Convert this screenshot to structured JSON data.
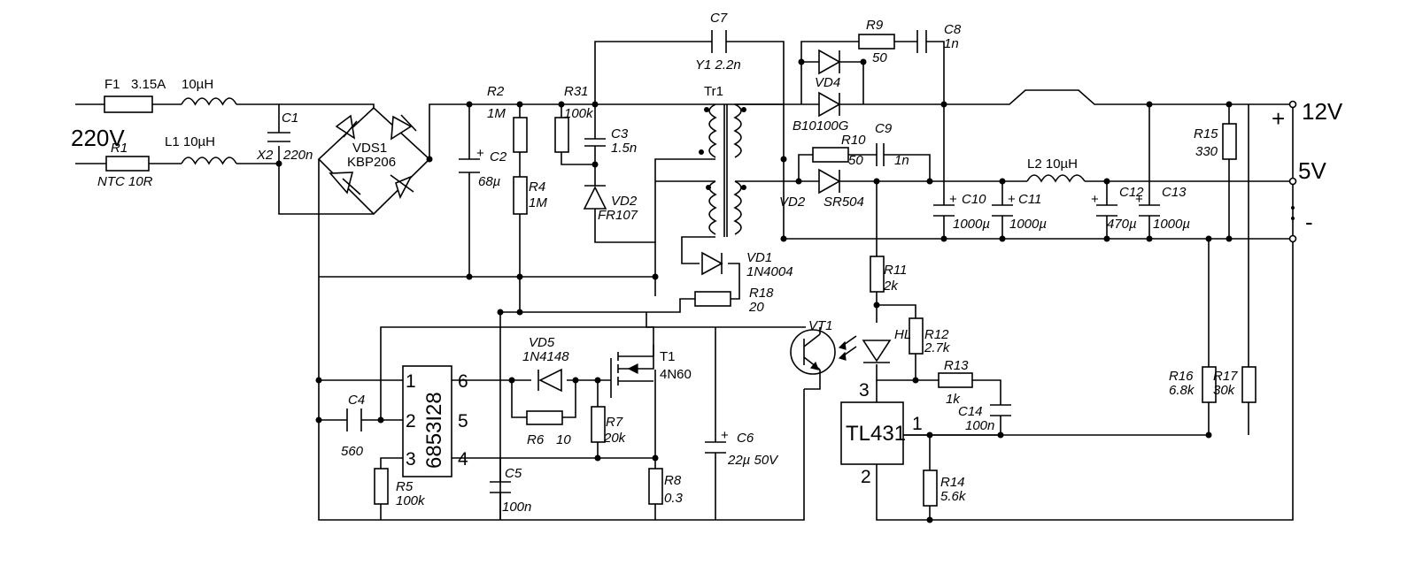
{
  "labels": {
    "F1": "F1",
    "F1_val": "3.15A",
    "L_in_top": "10µH",
    "mains": "220V",
    "R1": "R1",
    "R1_val": "NTC 10R",
    "L1": "L1 10µH",
    "C1": "C1",
    "C1_type": "X2",
    "C1_val": "220n",
    "VDS1": "VDS1",
    "VDS1_val": "KBP206",
    "R2": "R2",
    "R2_val": "1M",
    "C2": "C2",
    "C2_val": "68µ",
    "R4": "R4",
    "R4_val": "1M",
    "R31": "R31",
    "R31_val": "100k",
    "C3": "C3",
    "C3_val": "1.5n",
    "VD2a": "VD2",
    "VD2a_val": "FR107",
    "C7": "C7",
    "C7_val": "Y1  2.2n",
    "Tr1": "Tr1",
    "R9": "R9",
    "R9_val": "50",
    "C8": "C8",
    "C8_val": "1n",
    "VD4": "VD4",
    "VD4_val": "B10100G",
    "R10": "R10",
    "R10_val": "50",
    "C9": "C9",
    "C9_val": "1n",
    "VD2b": "VD2",
    "VD2b_val": "SR504",
    "C10": "C10",
    "C10_val": "1000µ",
    "C11": "C11",
    "C11_val": "1000µ",
    "L2": "L2 10µH",
    "C12": "C12",
    "C12_val": "470µ",
    "C13": "C13",
    "C13_val": "1000µ",
    "R15": "R15",
    "R15_val": "330",
    "out12": "12V",
    "out5": "5V",
    "plus": "+",
    "minus": "-",
    "VD1": "VD1",
    "VD1_val": "1N4004",
    "R18": "R18",
    "R18_val": "20",
    "R11": "R11",
    "R11_val": "2k",
    "VT1": "VT1",
    "HL": "HL",
    "R12": "R12",
    "R12_val": "2.7k",
    "R13": "R13",
    "R13_val": "1k",
    "C14": "C14",
    "C14_val": "100n",
    "TL431": "TL431",
    "tl_pin1": "1",
    "tl_pin2": "2",
    "tl_pin3": "3",
    "R14": "R14",
    "R14_val": "5.6k",
    "R16": "R16",
    "R16_val": "6.8k",
    "R17": "R17",
    "R17_val": "30k",
    "C4": "C4",
    "C4_val": "560",
    "IC": "6853I28",
    "ic_pins": [
      "1",
      "2",
      "3",
      "6",
      "5",
      "4"
    ],
    "R5": "R5",
    "R5_val": "100k",
    "C5": "C5",
    "C5_val": "100n",
    "VD5": "VD5",
    "VD5_val": "1N4148",
    "R6": "R6",
    "R6_val": "10",
    "R7": "R7",
    "R7_val": "20k",
    "T1": "T1",
    "T1_val": "4N60",
    "R8": "R8",
    "R8_val": "0.3",
    "C6": "C6",
    "C6_val": "22µ 50V"
  }
}
